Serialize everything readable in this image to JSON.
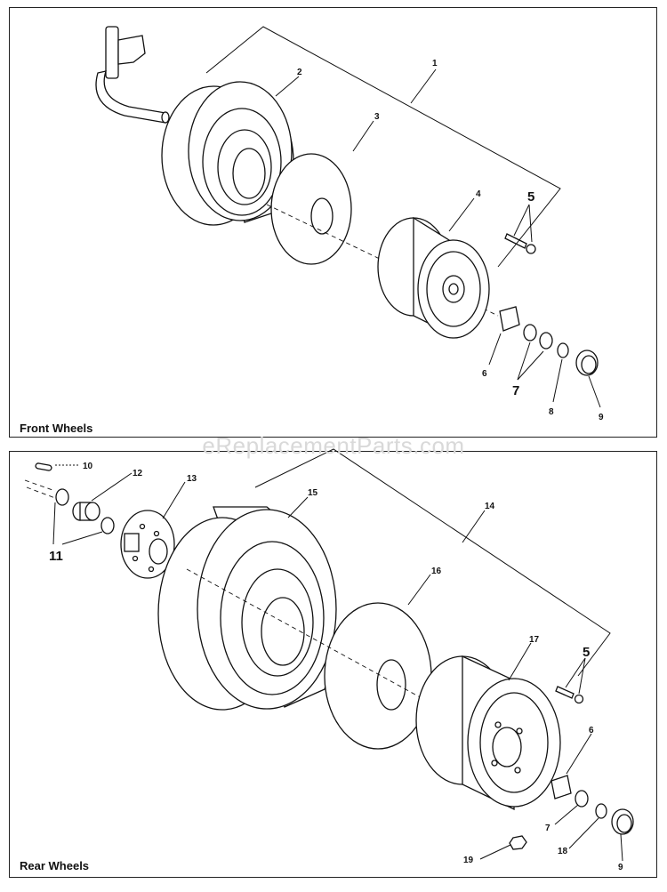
{
  "sections": {
    "front": {
      "title": "Front Wheels",
      "callouts": [
        "1",
        "2",
        "3",
        "4",
        "5",
        "6",
        "7",
        "8",
        "9"
      ]
    },
    "rear": {
      "title": "Rear Wheels",
      "callouts": [
        "10",
        "11",
        "12",
        "13",
        "14",
        "15",
        "16",
        "17",
        "5",
        "6",
        "7",
        "18",
        "9",
        "19"
      ]
    }
  },
  "watermark": "eReplacementParts.com"
}
